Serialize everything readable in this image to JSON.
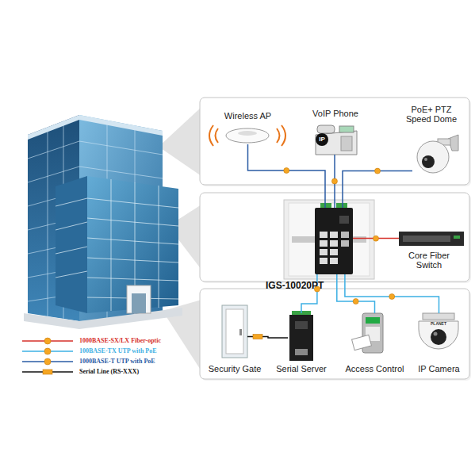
{
  "diagram": {
    "nodes": [
      {
        "text": [
          "Wireless AP"
        ]
      },
      {
        "text": [
          "VoIP Phone"
        ]
      },
      {
        "text": [
          "PoE+ PTZ Speed Dome"
        ]
      },
      {
        "text": [
          "IGS-10020PT"
        ]
      },
      {
        "text": [
          "Core Fiber Switch"
        ]
      },
      {
        "text": [
          "Security Gate"
        ]
      },
      {
        "text": [
          "Serial Server"
        ]
      },
      {
        "text": [
          "Access Control"
        ]
      },
      {
        "text": [
          "IP Camera"
        ]
      }
    ],
    "edges": [
      {
        "from": 3,
        "to": 0,
        "arrow": "none"
      },
      {
        "from": 3,
        "to": 1,
        "arrow": "none"
      },
      {
        "from": 3,
        "to": 2,
        "arrow": "none"
      },
      {
        "from": 3,
        "to": 4,
        "arrow": "none"
      },
      {
        "from": 3,
        "to": 6,
        "arrow": "none"
      },
      {
        "from": 5,
        "to": 6,
        "arrow": "none"
      },
      {
        "from": 3,
        "to": 7,
        "arrow": "none"
      },
      {
        "from": 3,
        "to": 8,
        "arrow": "none"
      }
    ],
    "labels": [
      "IP",
      "PLANET"
    ],
    "legend": [
      {
        "text": "1000BASE-SX/LX Fiber-optic"
      },
      {
        "text": "100BASE-TX UTP with PoE"
      },
      {
        "text": "1000BASE-T UTP with PoE"
      },
      {
        "text": "Serial Line (RS-XXX)"
      }
    ]
  }
}
